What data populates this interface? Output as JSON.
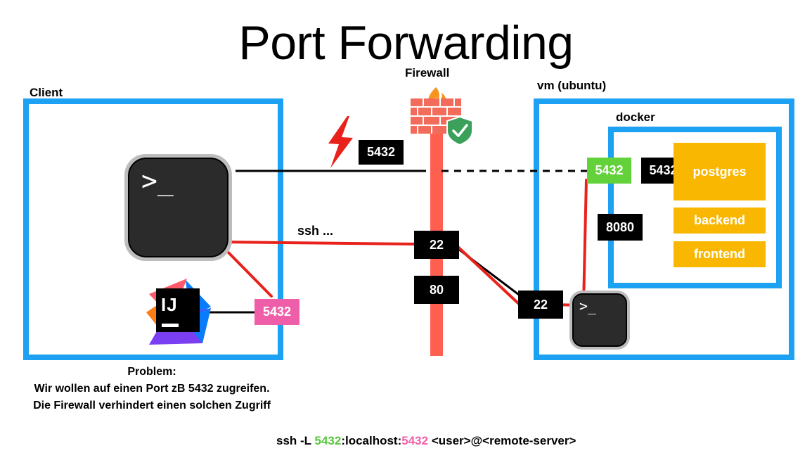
{
  "title": "Port Forwarding",
  "labels": {
    "client": "Client",
    "firewall": "Firewall",
    "vm": "vm (ubuntu)",
    "docker": "docker",
    "ssh": "ssh ..."
  },
  "ports": {
    "blocked": "5432",
    "fw_22": "22",
    "fw_80": "80",
    "vm_22": "22",
    "forward_green": "5432",
    "postgres_port": "5432",
    "backend_port": "8080",
    "local_pink": "5432"
  },
  "services": {
    "postgres": "postgres",
    "backend": "backend",
    "frontend": "frontend"
  },
  "problem": {
    "line1": "Problem:",
    "line2": "Wir wollen auf einen Port zB 5432 zugreifen.",
    "line3": "Die Firewall verhindert einen solchen Zugriff"
  },
  "command": {
    "prefix": "ssh -L ",
    "local_port": "5432",
    "middle": ":localhost:",
    "remote_port": "5432",
    "suffix": " <user>@<remote-server>"
  },
  "icons": {
    "terminal_prompt": ">_",
    "intellij_text": "IJ"
  },
  "colors": {
    "box_blue": "#1da1f2",
    "firewall_pole": "#ff5f4f",
    "tunnel_red": "#e8221b",
    "service_yellow": "#f9b701",
    "green_port": "#63d13a",
    "pink_port": "#ef5ea8"
  }
}
